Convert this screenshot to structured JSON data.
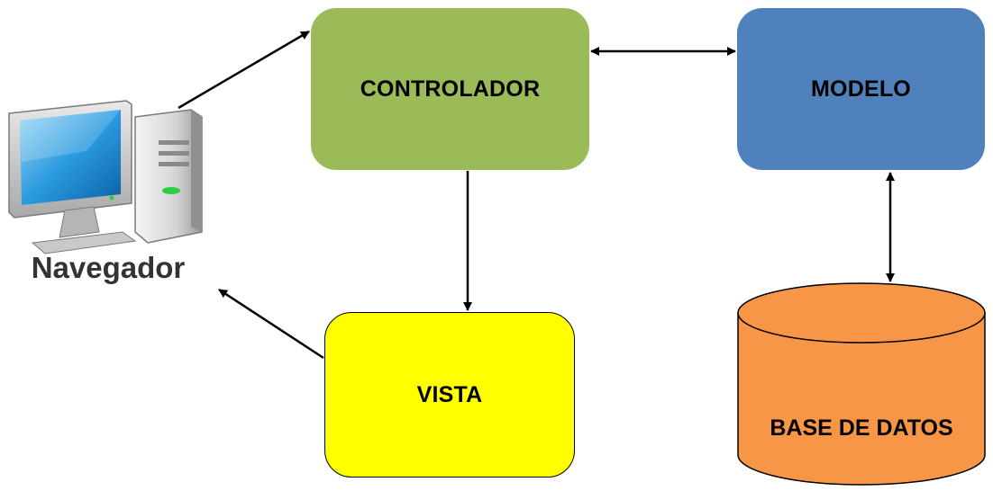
{
  "nodes": {
    "browser": {
      "label": "Navegador"
    },
    "controller": {
      "label": "CONTROLADOR",
      "color": "#9bbb59"
    },
    "model": {
      "label": "MODELO",
      "color": "#4f81bd"
    },
    "view": {
      "label": "VISTA",
      "color": "#ffff00"
    },
    "database": {
      "label": "BASE DE DATOS",
      "color": "#f79646"
    }
  },
  "edges": [
    {
      "from": "browser",
      "to": "controller",
      "direction": "one-way"
    },
    {
      "from": "controller",
      "to": "model",
      "direction": "two-way"
    },
    {
      "from": "controller",
      "to": "view",
      "direction": "one-way"
    },
    {
      "from": "view",
      "to": "browser",
      "direction": "one-way"
    },
    {
      "from": "model",
      "to": "database",
      "direction": "two-way"
    }
  ]
}
